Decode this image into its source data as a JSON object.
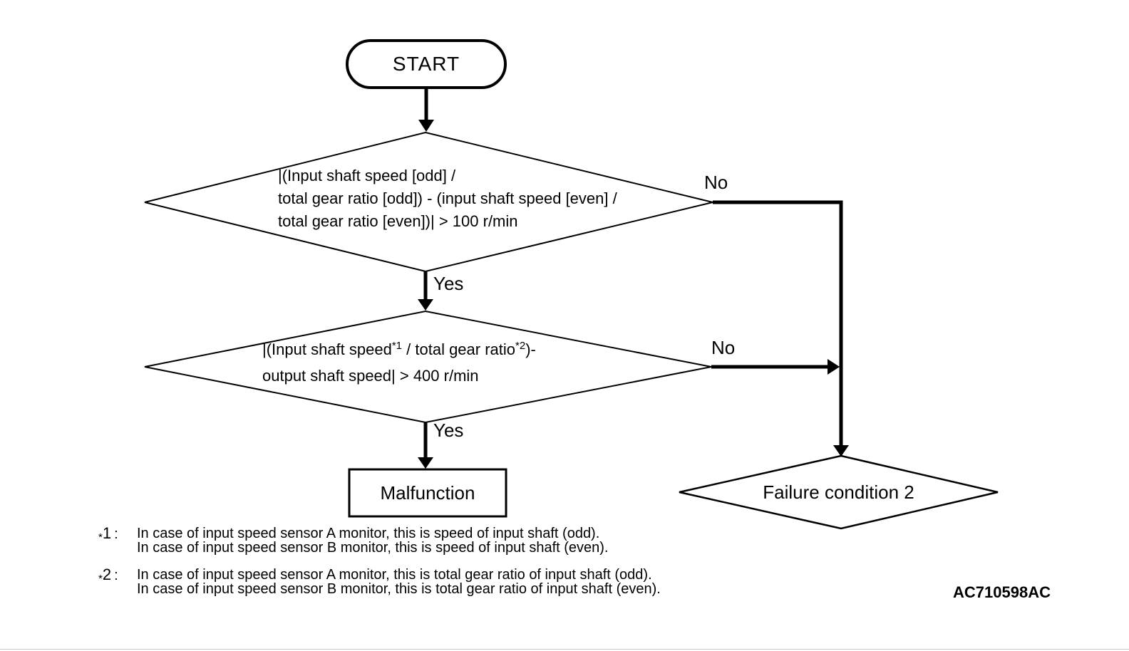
{
  "flowchart": {
    "start": {
      "label": "START"
    },
    "decision1": {
      "lines": [
        "|(Input shaft speed [odd] /",
        "total gear ratio [odd]) - (input shaft speed [even] /",
        "total gear ratio [even])| > 100 r/min"
      ],
      "yes_label": "Yes",
      "no_label": "No"
    },
    "decision2": {
      "line1_parts": {
        "a": "|(Input shaft speed",
        "sup1": "*1",
        "b": " / total gear ratio",
        "sup2": "*2",
        "c": ")-"
      },
      "line2": "output shaft speed| > 400 r/min",
      "yes_label": "Yes",
      "no_label": "No"
    },
    "malfunction": {
      "label": "Malfunction"
    },
    "failure": {
      "label": "Failure condition 2"
    },
    "footnotes": [
      {
        "star": "*",
        "num": "1",
        "colon": ":",
        "line1": "In case of input speed sensor A monitor, this is speed of input shaft (odd).",
        "line2": "In case of input speed sensor B monitor, this is speed of input shaft (even)."
      },
      {
        "star": "*",
        "num": "2",
        "colon": ":",
        "line1": "In case of input speed sensor A monitor, this is total gear ratio of input shaft (odd).",
        "line2": "In case of input speed sensor B monitor, this is total gear ratio of input shaft (even)."
      }
    ],
    "figure_code": "AC710598AC"
  },
  "colors": {
    "line": "#000000",
    "background": "#ffffff"
  }
}
